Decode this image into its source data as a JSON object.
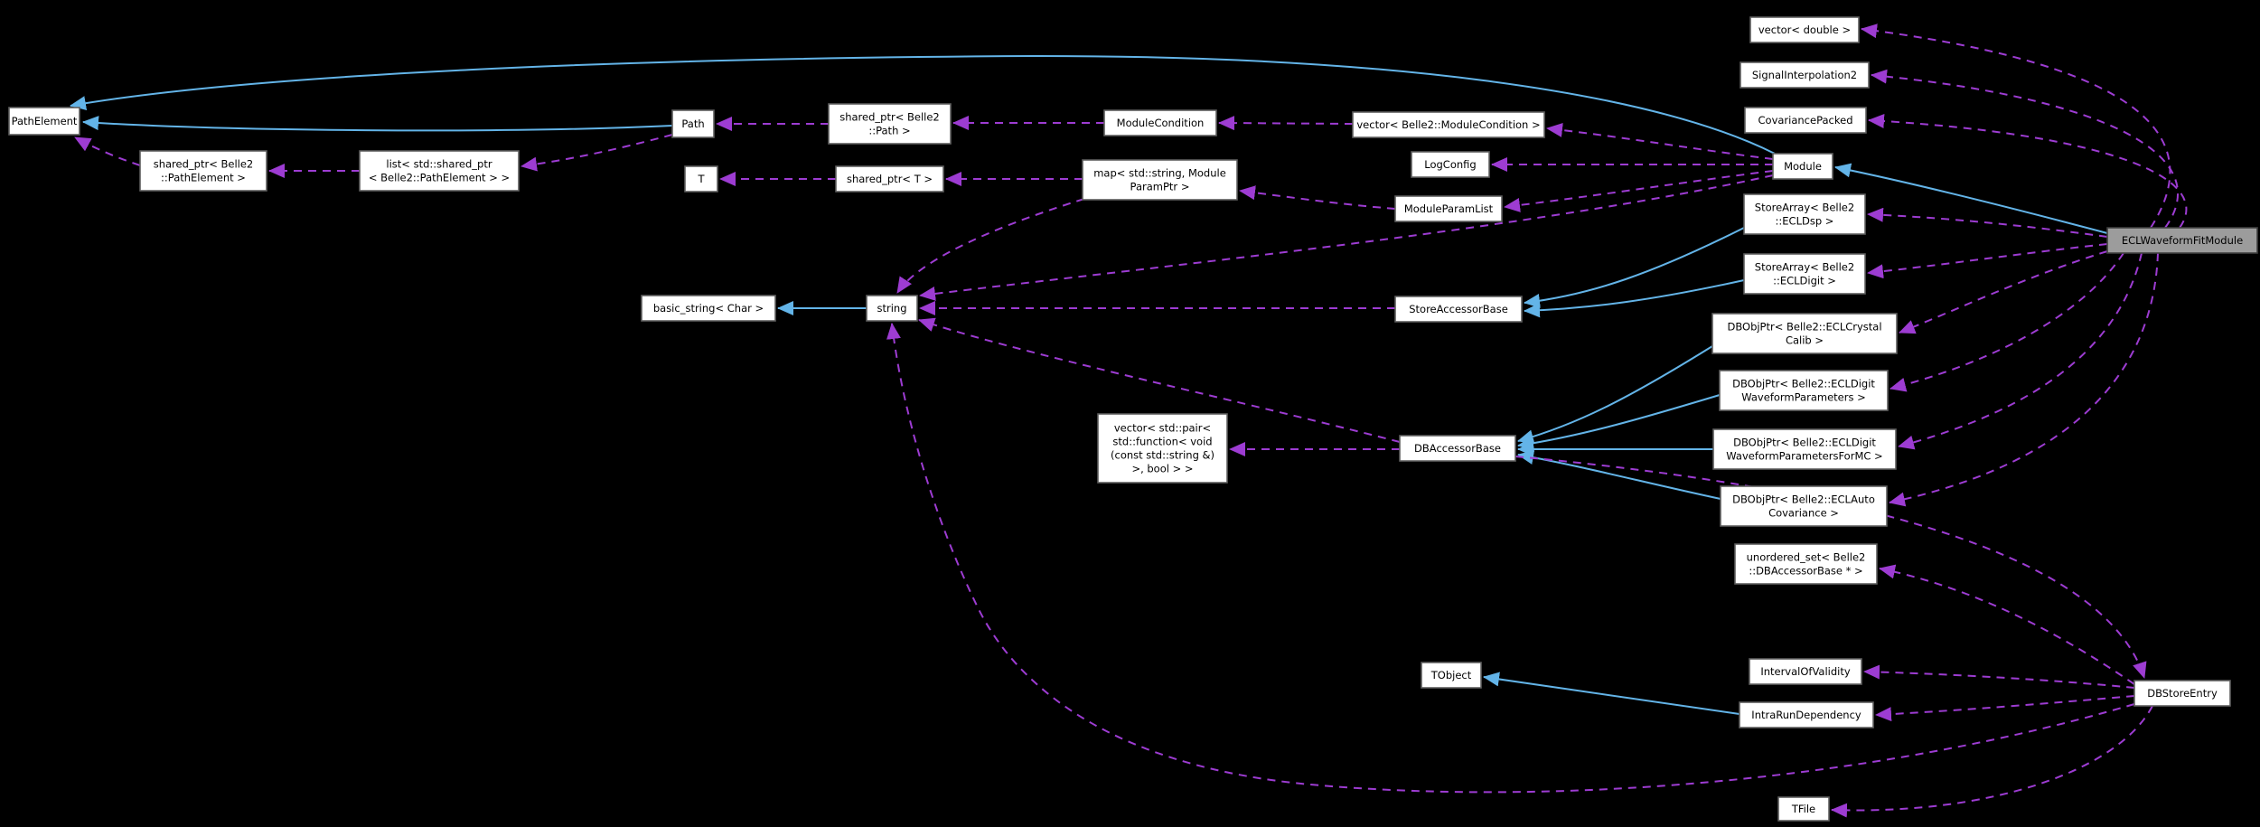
{
  "diagram": {
    "highlighted_node": "ECLWaveformFitModule",
    "colors": {
      "background": "#000000",
      "inheritance_edge": "#63b4e8",
      "usage_edge": "#9d3cd2",
      "node_fill": "#ffffff",
      "node_border": "#5e5e5e",
      "highlight_node_fill": "#9c9c9c",
      "text": "#000000"
    },
    "nodes": [
      {
        "id": "pathElement",
        "label": [
          "PathElement"
        ]
      },
      {
        "id": "sharedPtrPathElement",
        "label": [
          "shared_ptr< Belle2",
          "::PathElement >"
        ]
      },
      {
        "id": "listSharedPtr",
        "label": [
          "list< std::shared_ptr",
          "< Belle2::PathElement > >"
        ]
      },
      {
        "id": "path",
        "label": [
          "Path"
        ]
      },
      {
        "id": "sharedPtrPath",
        "label": [
          "shared_ptr< Belle2",
          "::Path >"
        ]
      },
      {
        "id": "moduleCondition",
        "label": [
          "ModuleCondition"
        ]
      },
      {
        "id": "vectorModuleCondition",
        "label": [
          "vector< Belle2::ModuleCondition >"
        ]
      },
      {
        "id": "t",
        "label": [
          "T"
        ]
      },
      {
        "id": "sharedPtrT",
        "label": [
          "shared_ptr< T >"
        ]
      },
      {
        "id": "map",
        "label": [
          "map< std::string, Module",
          "ParamPtr >"
        ]
      },
      {
        "id": "logConfig",
        "label": [
          "LogConfig"
        ]
      },
      {
        "id": "moduleParamList",
        "label": [
          "ModuleParamList"
        ]
      },
      {
        "id": "module",
        "label": [
          "Module"
        ]
      },
      {
        "id": "vectorDouble",
        "label": [
          "vector< double >"
        ]
      },
      {
        "id": "signalInterpolation2",
        "label": [
          "SignalInterpolation2"
        ]
      },
      {
        "id": "covariancePacked",
        "label": [
          "CovariancePacked"
        ]
      },
      {
        "id": "storeArrayECLDsp",
        "label": [
          "StoreArray< Belle2",
          "::ECLDsp >"
        ]
      },
      {
        "id": "storeArrayECLDigit",
        "label": [
          "StoreArray< Belle2",
          "::ECLDigit >"
        ]
      },
      {
        "id": "dbObjPtrECLCrystalCalib",
        "label": [
          "DBObjPtr< Belle2::ECLCrystal",
          "Calib >"
        ]
      },
      {
        "id": "dbObjPtrWaveformParams",
        "label": [
          "DBObjPtr< Belle2::ECLDigit",
          "WaveformParameters >"
        ]
      },
      {
        "id": "dbObjPtrWaveformParamsForMC",
        "label": [
          "DBObjPtr< Belle2::ECLDigit",
          "WaveformParametersForMC >"
        ]
      },
      {
        "id": "dbObjPtrECLAutoCov",
        "label": [
          "DBObjPtr< Belle2::ECLAuto",
          "Covariance >"
        ]
      },
      {
        "id": "unorderedSet",
        "label": [
          "unordered_set< Belle2",
          "::DBAccessorBase * >"
        ]
      },
      {
        "id": "storeAccessorBase",
        "label": [
          "StoreAccessorBase"
        ]
      },
      {
        "id": "string",
        "label": [
          "string"
        ]
      },
      {
        "id": "basicString",
        "label": [
          "basic_string< Char >"
        ]
      },
      {
        "id": "vectorPairFunc",
        "label": [
          "vector< std::pair<",
          "std::function< void",
          "(const std::string &)",
          ">, bool > >"
        ]
      },
      {
        "id": "dbAccessorBase",
        "label": [
          "DBAccessorBase"
        ]
      },
      {
        "id": "tObject",
        "label": [
          "TObject"
        ]
      },
      {
        "id": "intervalOfValidity",
        "label": [
          "IntervalOfValidity"
        ]
      },
      {
        "id": "intraRunDependency",
        "label": [
          "IntraRunDependency"
        ]
      },
      {
        "id": "dbStoreEntry",
        "label": [
          "DBStoreEntry"
        ]
      },
      {
        "id": "tFile",
        "label": [
          "TFile"
        ]
      },
      {
        "id": "eclWaveformFitModule",
        "label": [
          "ECLWaveformFitModule"
        ],
        "highlight": true
      }
    ],
    "edges": [
      {
        "from": "path",
        "to": "pathElement",
        "type": "inheritance"
      },
      {
        "from": "module",
        "to": "pathElement",
        "type": "inheritance"
      },
      {
        "from": "eclWaveformFitModule",
        "to": "module",
        "type": "inheritance"
      },
      {
        "from": "string",
        "to": "basicString",
        "type": "inheritance"
      },
      {
        "from": "storeArrayECLDsp",
        "to": "storeAccessorBase",
        "type": "inheritance"
      },
      {
        "from": "storeArrayECLDigit",
        "to": "storeAccessorBase",
        "type": "inheritance"
      },
      {
        "from": "dbObjPtrECLCrystalCalib",
        "to": "dbAccessorBase",
        "type": "inheritance"
      },
      {
        "from": "dbObjPtrWaveformParams",
        "to": "dbAccessorBase",
        "type": "inheritance"
      },
      {
        "from": "dbObjPtrWaveformParamsForMC",
        "to": "dbAccessorBase",
        "type": "inheritance"
      },
      {
        "from": "dbObjPtrECLAutoCov",
        "to": "dbAccessorBase",
        "type": "inheritance"
      },
      {
        "from": "intraRunDependency",
        "to": "tObject",
        "type": "inheritance"
      },
      {
        "from": "sharedPtrPathElement",
        "to": "pathElement",
        "type": "usage"
      },
      {
        "from": "listSharedPtr",
        "to": "sharedPtrPathElement",
        "type": "usage"
      },
      {
        "from": "path",
        "to": "listSharedPtr",
        "type": "usage"
      },
      {
        "from": "sharedPtrPath",
        "to": "path",
        "type": "usage"
      },
      {
        "from": "moduleCondition",
        "to": "sharedPtrPath",
        "type": "usage"
      },
      {
        "from": "vectorModuleCondition",
        "to": "moduleCondition",
        "type": "usage"
      },
      {
        "from": "module",
        "to": "vectorModuleCondition",
        "type": "usage"
      },
      {
        "from": "module",
        "to": "logConfig",
        "type": "usage"
      },
      {
        "from": "module",
        "to": "moduleParamList",
        "type": "usage"
      },
      {
        "from": "module",
        "to": "string",
        "type": "usage"
      },
      {
        "from": "moduleParamList",
        "to": "map",
        "type": "usage"
      },
      {
        "from": "map",
        "to": "sharedPtrT",
        "type": "usage"
      },
      {
        "from": "sharedPtrT",
        "to": "t",
        "type": "usage"
      },
      {
        "from": "map",
        "to": "string",
        "type": "usage"
      },
      {
        "from": "storeAccessorBase",
        "to": "string",
        "type": "usage"
      },
      {
        "from": "dbAccessorBase",
        "to": "string",
        "type": "usage"
      },
      {
        "from": "dbAccessorBase",
        "to": "vectorPairFunc",
        "type": "usage"
      },
      {
        "from": "dbAccessorBase",
        "to": "dbStoreEntry",
        "type": "usage"
      },
      {
        "from": "dbStoreEntry",
        "to": "unorderedSet",
        "type": "usage"
      },
      {
        "from": "dbStoreEntry",
        "to": "intervalOfValidity",
        "type": "usage"
      },
      {
        "from": "dbStoreEntry",
        "to": "intraRunDependency",
        "type": "usage"
      },
      {
        "from": "dbStoreEntry",
        "to": "string",
        "type": "usage"
      },
      {
        "from": "dbStoreEntry",
        "to": "tFile",
        "type": "usage"
      },
      {
        "from": "eclWaveformFitModule",
        "to": "vectorDouble",
        "type": "usage"
      },
      {
        "from": "eclWaveformFitModule",
        "to": "signalInterpolation2",
        "type": "usage"
      },
      {
        "from": "eclWaveformFitModule",
        "to": "covariancePacked",
        "type": "usage"
      },
      {
        "from": "eclWaveformFitModule",
        "to": "storeArrayECLDsp",
        "type": "usage"
      },
      {
        "from": "eclWaveformFitModule",
        "to": "storeArrayECLDigit",
        "type": "usage"
      },
      {
        "from": "eclWaveformFitModule",
        "to": "dbObjPtrECLCrystalCalib",
        "type": "usage"
      },
      {
        "from": "eclWaveformFitModule",
        "to": "dbObjPtrWaveformParams",
        "type": "usage"
      },
      {
        "from": "eclWaveformFitModule",
        "to": "dbObjPtrWaveformParamsForMC",
        "type": "usage"
      },
      {
        "from": "eclWaveformFitModule",
        "to": "dbObjPtrECLAutoCov",
        "type": "usage"
      }
    ]
  }
}
